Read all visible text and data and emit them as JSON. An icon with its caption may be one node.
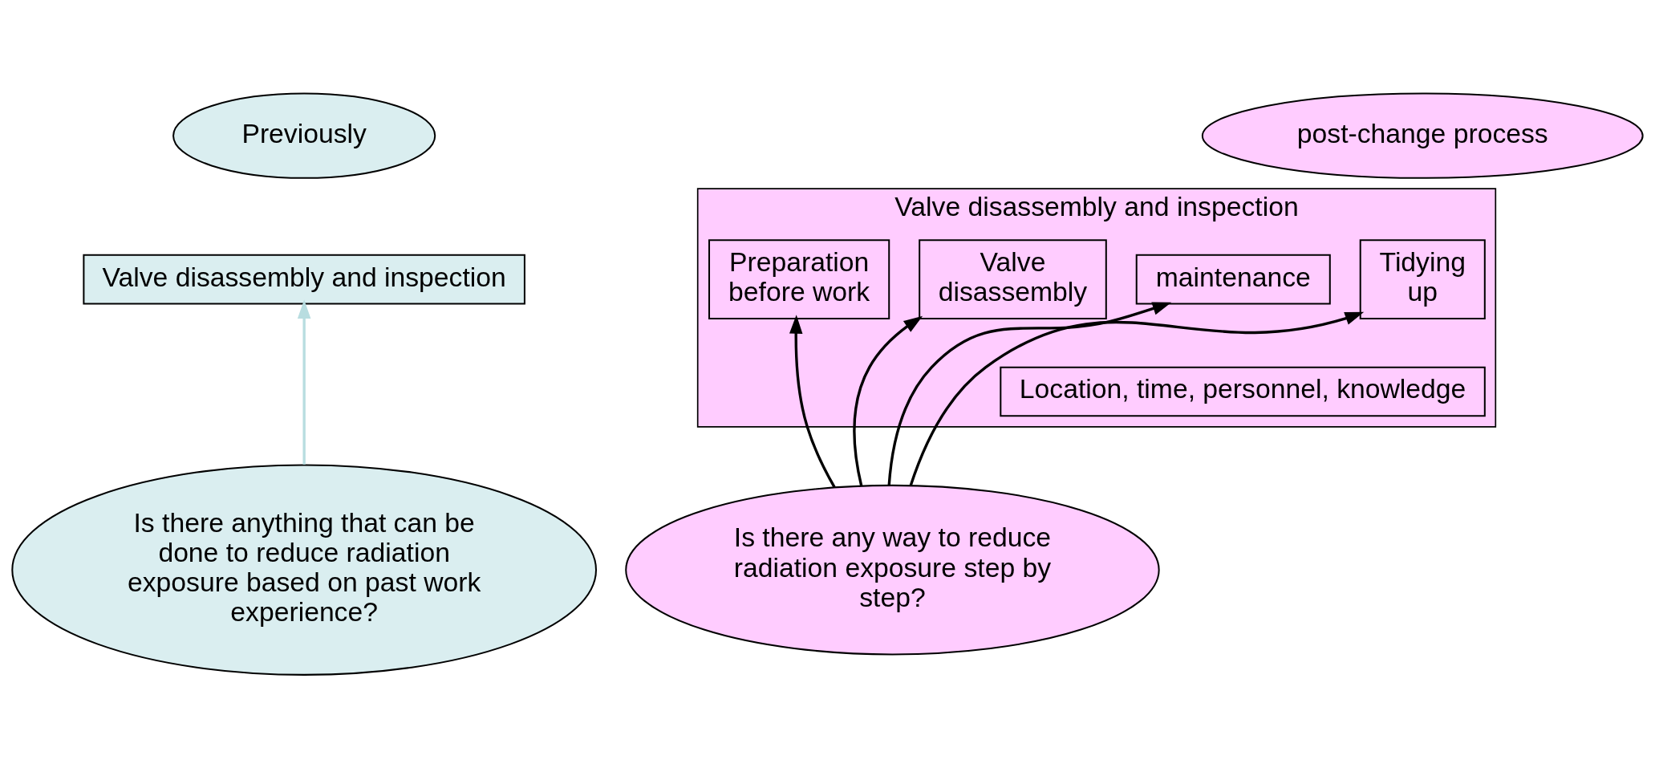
{
  "diagram": {
    "nodes": [
      {
        "text": [
          "Previously"
        ]
      },
      {
        "text": [
          "Valve disassembly and inspection"
        ]
      },
      {
        "text": [
          "Is there anything that can be done to reduce radiation exposure based on past work experience?"
        ]
      },
      {
        "text": [
          "post-change process"
        ]
      },
      {
        "text": [
          "Valve disassembly and inspection"
        ]
      },
      {
        "text": [
          "Preparation before work"
        ],
        "in": 4
      },
      {
        "text": [
          "Valve disassembly"
        ],
        "in": 4
      },
      {
        "text": [
          "maintenance"
        ],
        "in": 4
      },
      {
        "text": [
          "Tidying up"
        ],
        "in": 4
      },
      {
        "text": [
          "Location, time, personnel, knowledge"
        ],
        "in": 4
      },
      {
        "text": [
          "Is there any way to reduce radiation exposure step by step?"
        ]
      }
    ],
    "edges": [
      {
        "from": 2,
        "to": 1,
        "arrow": "to",
        "color": "#b8dde0"
      },
      {
        "from": 10,
        "to": 5,
        "arrow": "to"
      },
      {
        "from": 10,
        "to": 6,
        "arrow": "to"
      },
      {
        "from": 10,
        "to": 7,
        "arrow": "to"
      },
      {
        "from": 10,
        "to": 8,
        "arrow": "to"
      }
    ]
  }
}
